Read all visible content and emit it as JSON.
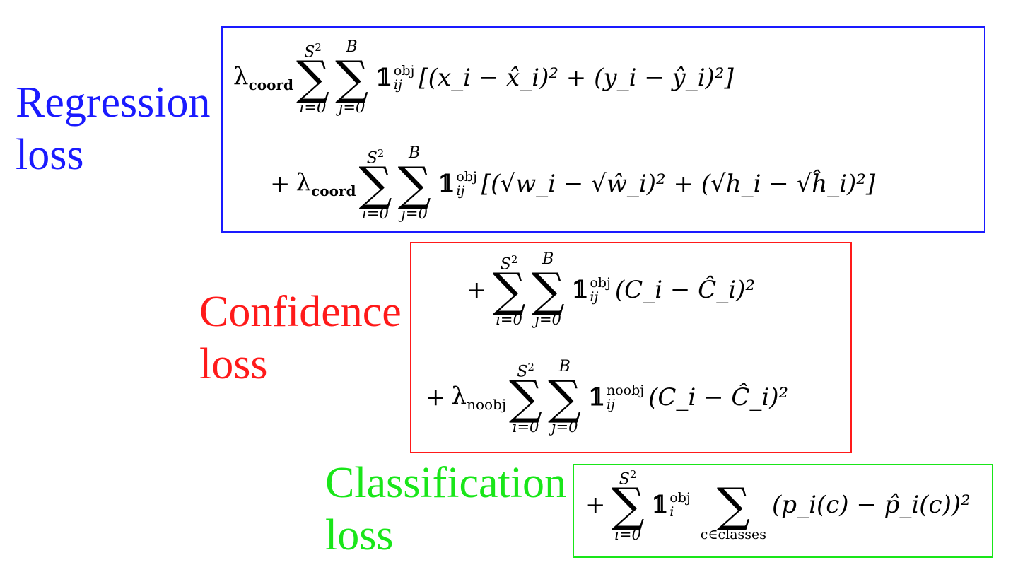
{
  "labels": {
    "regression": [
      "Regression",
      "loss"
    ],
    "confidence": [
      "Confidence",
      "loss"
    ],
    "classification": [
      "Classification",
      "loss"
    ]
  },
  "colors": {
    "regression": "#1a1aff",
    "confidence": "#ff1a1a",
    "classification": "#19e619"
  },
  "math": {
    "lambda": "λ",
    "coord": "coord",
    "noobj_sub": "noobj",
    "sum": "∑",
    "S2": "S",
    "two": "2",
    "B": "B",
    "i0": "i=0",
    "j0": "j=0",
    "indicator": "𝟙",
    "obj": "obj",
    "noobj": "noobj",
    "ij": "ij",
    "i": "i",
    "c_in_classes": "c∈classes",
    "plus": "+",
    "reg_line1": "[(x_i − x̂_i)² + (y_i − ŷ_i)²]",
    "reg_line2": "[(√w_i − √ŵ_i)² + (√h_i − √ĥ_i)²]",
    "conf_term": "(C_i − Ĉ_i)²",
    "class_term": "(p_i(c) − p̂_i(c))²"
  }
}
